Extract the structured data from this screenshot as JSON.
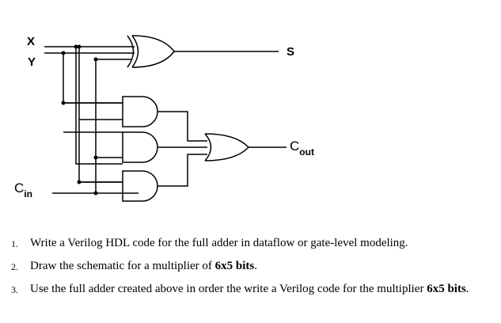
{
  "circuit": {
    "inputs": {
      "x": "X",
      "y": "Y",
      "cin_main": "C",
      "cin_sub": "in"
    },
    "outputs": {
      "sum": "S",
      "cout_main": "C",
      "cout_sub": "out"
    },
    "gates": [
      "XOR",
      "AND",
      "AND",
      "AND",
      "OR"
    ]
  },
  "tasks": [
    {
      "number": "1.",
      "text": "Write a Verilog HDL code for the full adder in dataflow or gate-level modeling.",
      "bold": ""
    },
    {
      "number": "2.",
      "text": "Draw the schematic for a multiplier of ",
      "bold": "6x5 bits",
      "after": "."
    },
    {
      "number": "3.",
      "text": "Use the full adder created above in order the write a Verilog code for the multiplier ",
      "bold": "6x5 bits",
      "after": "."
    }
  ]
}
